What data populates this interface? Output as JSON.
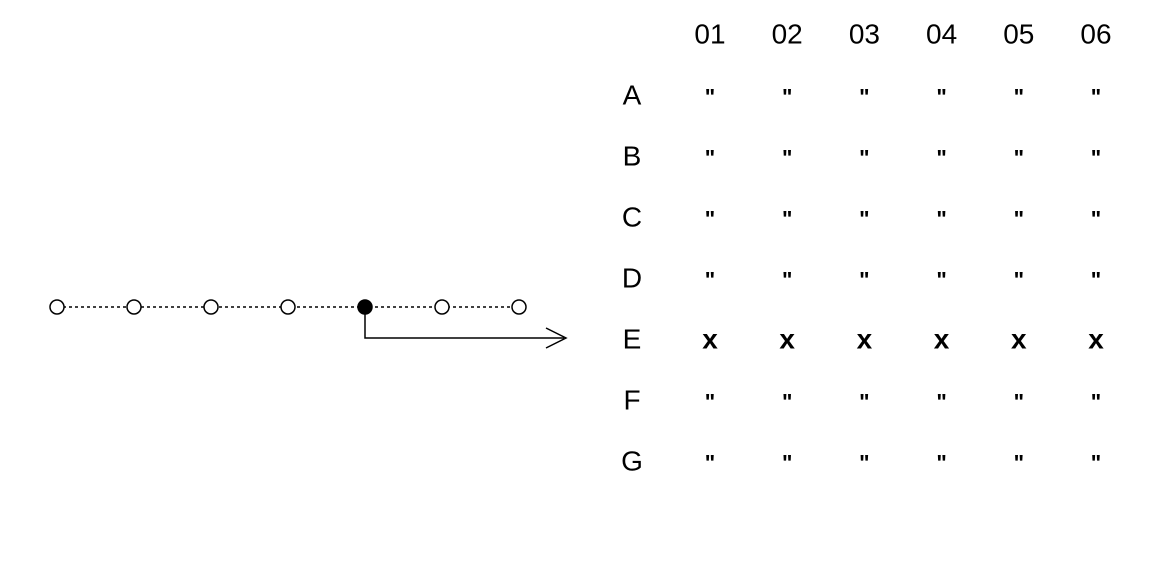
{
  "timeline": {
    "node_count": 7,
    "selected_index": 4
  },
  "grid": {
    "columns": [
      "01",
      "02",
      "03",
      "04",
      "05",
      "06"
    ],
    "rows": [
      {
        "label": "A",
        "cells": [
          "\"",
          "\"",
          "\"",
          "\"",
          "\"",
          "\""
        ]
      },
      {
        "label": "B",
        "cells": [
          "\"",
          "\"",
          "\"",
          "\"",
          "\"",
          "\""
        ]
      },
      {
        "label": "C",
        "cells": [
          "\"",
          "\"",
          "\"",
          "\"",
          "\"",
          "\""
        ]
      },
      {
        "label": "D",
        "cells": [
          "\"",
          "\"",
          "\"",
          "\"",
          "\"",
          "\""
        ]
      },
      {
        "label": "E",
        "cells": [
          "x",
          "x",
          "x",
          "x",
          "x",
          "x"
        ]
      },
      {
        "label": "F",
        "cells": [
          "\"",
          "\"",
          "\"",
          "\"",
          "\"",
          "\""
        ]
      },
      {
        "label": "G",
        "cells": [
          "\"",
          "\"",
          "\"",
          "\"",
          "\"",
          "\""
        ]
      }
    ],
    "highlighted_row": "E"
  }
}
